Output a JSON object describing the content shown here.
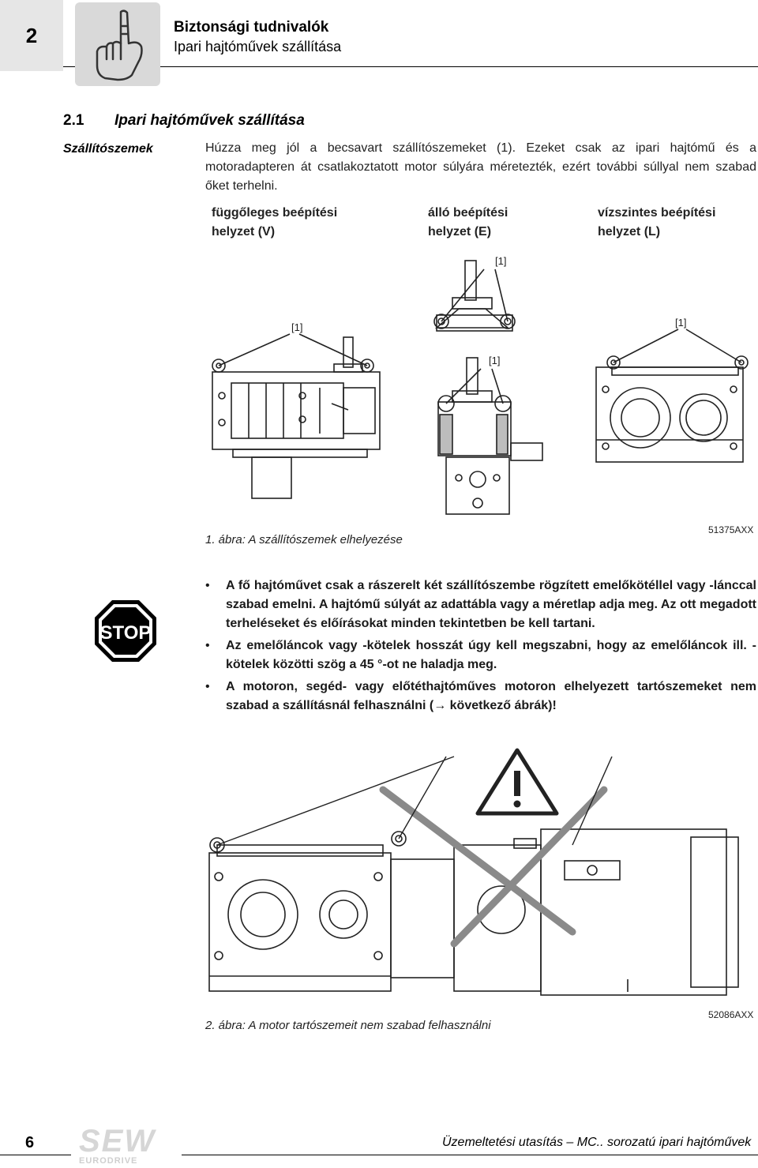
{
  "header": {
    "chapter_number": "2",
    "title": "Biztonsági tudnivalók",
    "subtitle": "Ipari hajtóművek szállítása"
  },
  "section": {
    "number": "2.1",
    "title": "Ipari hajtóművek szállítása"
  },
  "side_label": "Szállítószemek",
  "body_text": "Húzza meg jól a becsavart szállítószemeket (1). Ezeket csak az ipari hajtómű és a motoradapteren át csatlakoztatott motor súlyára méretezték, ezért további súllyal nem szabad őket terhelni.",
  "positions": [
    {
      "line1": "függőleges beépítési",
      "line2": "helyzet (V)"
    },
    {
      "line1": "álló beépítési",
      "line2": "helyzet (E)"
    },
    {
      "line1": "vízszintes beépítési",
      "line2": "helyzet (L)"
    }
  ],
  "callout": "[1]",
  "figure1": {
    "caption": "1. ábra: A szállítószemek elhelyezése",
    "code": "51375AXX"
  },
  "stop_sign": {
    "text": "STOP",
    "icon": "stop-sign-icon",
    "color": "#000000"
  },
  "bullets": [
    "A fő hajtóművet csak a rászerelt két szállítószembe rögzített emelőkötéllel vagy -lánccal szabad emelni. A hajtómű súlyát az adattábla vagy a méretlap adja meg. Az ott megadott terheléseket és előírásokat minden tekintetben be kell tartani.",
    "Az emelőláncok vagy -kötelek hosszát úgy kell megszabni, hogy az emelőláncok ill. -kötelek közötti szög a 45 °-ot ne haladja meg.",
    "A motoron, segéd- vagy előtéthajtóműves motoron elhelyezett tartószemeket nem szabad a szállításnál felhasználni (→ következő ábrák)!"
  ],
  "figure2": {
    "caption": "2. ábra: A motor tartószemeit nem szabad felhasználni",
    "code": "52086AXX",
    "warning_icon": "warning-triangle-icon",
    "cross_color": "#8a8a8a"
  },
  "footer": {
    "page_number": "6",
    "logo_top": "SEW",
    "logo_bottom": "EURODRIVE",
    "text": "Üzemeltetési utasítás – MC.. sorozatú ipari hajtóművek"
  }
}
